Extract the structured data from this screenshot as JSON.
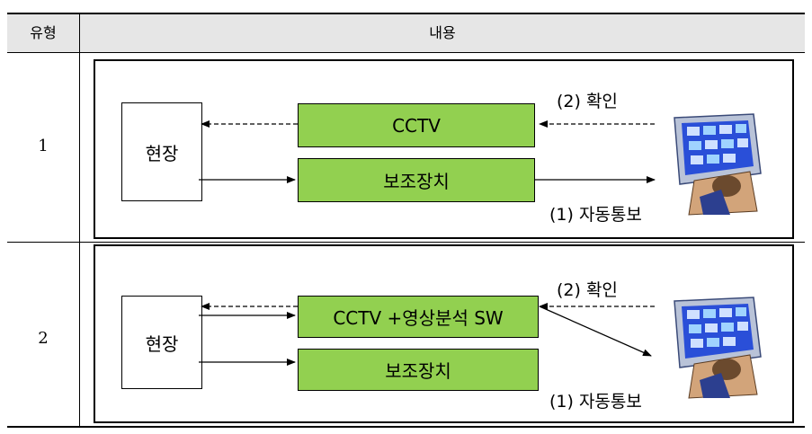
{
  "table": {
    "header": {
      "type_label": "유형",
      "content_label": "내용"
    },
    "rows": [
      {
        "type": "1",
        "site": "현장",
        "box_top": "CCTV",
        "box_bottom": "보조장치",
        "confirm": "(2) 확인",
        "notify": "(1) 자동통보"
      },
      {
        "type": "2",
        "site": "현장",
        "box_top": "CCTV +영상분석 SW",
        "box_bottom": "보조장치",
        "confirm": "(2) 확인",
        "notify": "(1) 자동통보"
      }
    ]
  },
  "colors": {
    "box_fill": "#92d050",
    "header_fill": "#e6e6e6",
    "monitor_blue": "#2a4fd8"
  },
  "icons": {
    "operator": "control-room-operator-icon"
  }
}
